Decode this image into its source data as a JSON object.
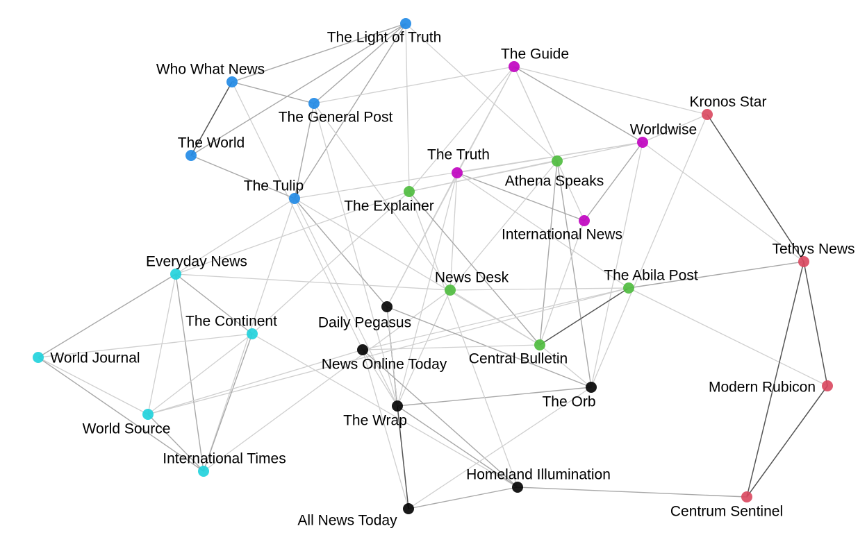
{
  "colors": {
    "group_blue": "#1E88E5",
    "group_magenta": "#C000C0",
    "group_green": "#4CBB3C",
    "group_cyan": "#1ED2DC",
    "group_black": "#000000",
    "group_red": "#D9475E",
    "edge_light": "#cfcfcf",
    "edge_mid": "#a8a8a8",
    "edge_dark": "#555555"
  },
  "nodes": [
    {
      "id": "light_of_truth",
      "label": "The Light of Truth",
      "group": "blue"
    },
    {
      "id": "who_what_news",
      "label": "Who What News",
      "group": "blue"
    },
    {
      "id": "general_post",
      "label": "The General Post",
      "group": "blue"
    },
    {
      "id": "the_world",
      "label": "The World",
      "group": "blue"
    },
    {
      "id": "the_tulip",
      "label": "The Tulip",
      "group": "blue"
    },
    {
      "id": "the_guide",
      "label": "The Guide",
      "group": "magenta"
    },
    {
      "id": "worldwise",
      "label": "Worldwise",
      "group": "magenta"
    },
    {
      "id": "the_truth",
      "label": "The Truth",
      "group": "magenta"
    },
    {
      "id": "international_news",
      "label": "International News",
      "group": "magenta"
    },
    {
      "id": "athena_speaks",
      "label": "Athena Speaks",
      "group": "green"
    },
    {
      "id": "the_explainer",
      "label": "The Explainer",
      "group": "green"
    },
    {
      "id": "news_desk",
      "label": "News Desk",
      "group": "green"
    },
    {
      "id": "abila_post",
      "label": "The Abila Post",
      "group": "green"
    },
    {
      "id": "central_bulletin",
      "label": "Central Bulletin",
      "group": "green"
    },
    {
      "id": "everyday_news",
      "label": "Everyday News",
      "group": "cyan"
    },
    {
      "id": "the_continent",
      "label": "The Continent",
      "group": "cyan"
    },
    {
      "id": "world_journal",
      "label": "World Journal",
      "group": "cyan"
    },
    {
      "id": "world_source",
      "label": "World Source",
      "group": "cyan"
    },
    {
      "id": "international_times",
      "label": "International Times",
      "group": "cyan"
    },
    {
      "id": "daily_pegasus",
      "label": "Daily Pegasus",
      "group": "black"
    },
    {
      "id": "news_online_today",
      "label": "News Online Today",
      "group": "black"
    },
    {
      "id": "the_wrap",
      "label": "The Wrap",
      "group": "black"
    },
    {
      "id": "the_orb",
      "label": "The Orb",
      "group": "black"
    },
    {
      "id": "homeland_illumination",
      "label": "Homeland Illumination",
      "group": "black"
    },
    {
      "id": "all_news_today",
      "label": "All News Today",
      "group": "black"
    },
    {
      "id": "kronos_star",
      "label": "Kronos Star",
      "group": "red"
    },
    {
      "id": "tethys_news",
      "label": "Tethys News",
      "group": "red"
    },
    {
      "id": "modern_rubicon",
      "label": "Modern Rubicon",
      "group": "red"
    },
    {
      "id": "centrum_sentinel",
      "label": "Centrum Sentinel",
      "group": "red"
    }
  ],
  "edges": [
    {
      "source": "who_what_news",
      "target": "the_world",
      "weight": "dark"
    },
    {
      "source": "who_what_news",
      "target": "light_of_truth",
      "weight": "mid"
    },
    {
      "source": "who_what_news",
      "target": "general_post",
      "weight": "mid"
    },
    {
      "source": "who_what_news",
      "target": "news_online_today",
      "weight": "light"
    },
    {
      "source": "light_of_truth",
      "target": "the_world",
      "weight": "mid"
    },
    {
      "source": "light_of_truth",
      "target": "general_post",
      "weight": "mid"
    },
    {
      "source": "light_of_truth",
      "target": "the_tulip",
      "weight": "mid"
    },
    {
      "source": "light_of_truth",
      "target": "athena_speaks",
      "weight": "light"
    },
    {
      "source": "light_of_truth",
      "target": "the_explainer",
      "weight": "light"
    },
    {
      "source": "general_post",
      "target": "the_tulip",
      "weight": "mid"
    },
    {
      "source": "general_post",
      "target": "the_guide",
      "weight": "light"
    },
    {
      "source": "general_post",
      "target": "the_wrap",
      "weight": "light"
    },
    {
      "source": "general_post",
      "target": "news_desk",
      "weight": "light"
    },
    {
      "source": "the_world",
      "target": "the_tulip",
      "weight": "mid"
    },
    {
      "source": "the_tulip",
      "target": "daily_pegasus",
      "weight": "mid"
    },
    {
      "source": "the_tulip",
      "target": "worldwise",
      "weight": "light"
    },
    {
      "source": "the_tulip",
      "target": "central_bulletin",
      "weight": "light"
    },
    {
      "source": "the_tulip",
      "target": "the_wrap",
      "weight": "light"
    },
    {
      "source": "the_tulip",
      "target": "international_times",
      "weight": "light"
    },
    {
      "source": "the_guide",
      "target": "worldwise",
      "weight": "mid"
    },
    {
      "source": "the_guide",
      "target": "kronos_star",
      "weight": "light"
    },
    {
      "source": "the_guide",
      "target": "the_truth",
      "weight": "light"
    },
    {
      "source": "the_guide",
      "target": "athena_speaks",
      "weight": "light"
    },
    {
      "source": "the_guide",
      "target": "international_news",
      "weight": "light"
    },
    {
      "source": "the_guide",
      "target": "daily_pegasus",
      "weight": "light"
    },
    {
      "source": "the_guide",
      "target": "the_explainer",
      "weight": "light"
    },
    {
      "source": "worldwise",
      "target": "the_truth",
      "weight": "light"
    },
    {
      "source": "worldwise",
      "target": "international_news",
      "weight": "mid"
    },
    {
      "source": "worldwise",
      "target": "the_explainer",
      "weight": "light"
    },
    {
      "source": "worldwise",
      "target": "the_orb",
      "weight": "light"
    },
    {
      "source": "worldwise",
      "target": "tethys_news",
      "weight": "light"
    },
    {
      "source": "the_truth",
      "target": "international_news",
      "weight": "mid"
    },
    {
      "source": "the_truth",
      "target": "news_desk",
      "weight": "light"
    },
    {
      "source": "the_truth",
      "target": "daily_pegasus",
      "weight": "light"
    },
    {
      "source": "the_truth",
      "target": "the_wrap",
      "weight": "light"
    },
    {
      "source": "the_truth",
      "target": "abila_post",
      "weight": "light"
    },
    {
      "source": "athena_speaks",
      "target": "news_desk",
      "weight": "light"
    },
    {
      "source": "athena_speaks",
      "target": "central_bulletin",
      "weight": "mid"
    },
    {
      "source": "athena_speaks",
      "target": "the_orb",
      "weight": "mid"
    },
    {
      "source": "athena_speaks",
      "target": "the_explainer",
      "weight": "light"
    },
    {
      "source": "the_explainer",
      "target": "everyday_news",
      "weight": "light"
    },
    {
      "source": "the_explainer",
      "target": "central_bulletin",
      "weight": "mid"
    },
    {
      "source": "the_explainer",
      "target": "the_continent",
      "weight": "light"
    },
    {
      "source": "international_news",
      "target": "central_bulletin",
      "weight": "light"
    },
    {
      "source": "news_desk",
      "target": "abila_post",
      "weight": "light"
    },
    {
      "source": "news_desk",
      "target": "the_wrap",
      "weight": "light"
    },
    {
      "source": "news_desk",
      "target": "everyday_news",
      "weight": "light"
    },
    {
      "source": "news_desk",
      "target": "central_bulletin",
      "weight": "light"
    },
    {
      "source": "abila_post",
      "target": "central_bulletin",
      "weight": "dark"
    },
    {
      "source": "abila_post",
      "target": "tethys_news",
      "weight": "mid"
    },
    {
      "source": "abila_post",
      "target": "modern_rubicon",
      "weight": "light"
    },
    {
      "source": "abila_post",
      "target": "news_online_today",
      "weight": "light"
    },
    {
      "source": "abila_post",
      "target": "world_source",
      "weight": "light"
    },
    {
      "source": "kronos_star",
      "target": "tethys_news",
      "weight": "dark"
    },
    {
      "source": "kronos_star",
      "target": "worldwise",
      "weight": "light"
    },
    {
      "source": "kronos_star",
      "target": "the_orb",
      "weight": "light"
    },
    {
      "source": "tethys_news",
      "target": "modern_rubicon",
      "weight": "dark"
    },
    {
      "source": "tethys_news",
      "target": "centrum_sentinel",
      "weight": "dark"
    },
    {
      "source": "modern_rubicon",
      "target": "centrum_sentinel",
      "weight": "dark"
    },
    {
      "source": "centrum_sentinel",
      "target": "homeland_illumination",
      "weight": "mid"
    },
    {
      "source": "everyday_news",
      "target": "world_journal",
      "weight": "mid"
    },
    {
      "source": "everyday_news",
      "target": "world_source",
      "weight": "light"
    },
    {
      "source": "everyday_news",
      "target": "international_times",
      "weight": "mid"
    },
    {
      "source": "everyday_news",
      "target": "the_continent",
      "weight": "mid"
    },
    {
      "source": "the_continent",
      "target": "world_journal",
      "weight": "light"
    },
    {
      "source": "the_continent",
      "target": "world_source",
      "weight": "light"
    },
    {
      "source": "the_continent",
      "target": "international_times",
      "weight": "mid"
    },
    {
      "source": "the_continent",
      "target": "homeland_illumination",
      "weight": "light"
    },
    {
      "source": "world_journal",
      "target": "international_times",
      "weight": "mid"
    },
    {
      "source": "world_journal",
      "target": "world_source",
      "weight": "light"
    },
    {
      "source": "world_source",
      "target": "international_times",
      "weight": "mid"
    },
    {
      "source": "world_source",
      "target": "news_online_today",
      "weight": "light"
    },
    {
      "source": "international_times",
      "target": "news_desk",
      "weight": "light"
    },
    {
      "source": "daily_pegasus",
      "target": "the_wrap",
      "weight": "dark"
    },
    {
      "source": "daily_pegasus",
      "target": "the_orb",
      "weight": "mid"
    },
    {
      "source": "daily_pegasus",
      "target": "all_news_today",
      "weight": "light"
    },
    {
      "source": "news_online_today",
      "target": "homeland_illumination",
      "weight": "mid"
    },
    {
      "source": "news_online_today",
      "target": "central_bulletin",
      "weight": "light"
    },
    {
      "source": "news_online_today",
      "target": "the_wrap",
      "weight": "light"
    },
    {
      "source": "news_online_today",
      "target": "all_news_today",
      "weight": "light"
    },
    {
      "source": "the_wrap",
      "target": "the_orb",
      "weight": "mid"
    },
    {
      "source": "the_wrap",
      "target": "all_news_today",
      "weight": "dark"
    },
    {
      "source": "the_wrap",
      "target": "homeland_illumination",
      "weight": "mid"
    },
    {
      "source": "the_orb",
      "target": "all_news_today",
      "weight": "light"
    },
    {
      "source": "the_orb",
      "target": "central_bulletin",
      "weight": "light"
    },
    {
      "source": "homeland_illumination",
      "target": "all_news_today",
      "weight": "mid"
    },
    {
      "source": "homeland_illumination",
      "target": "the_explainer",
      "weight": "light"
    },
    {
      "source": "everyday_news",
      "target": "the_tulip",
      "weight": "light"
    }
  ]
}
